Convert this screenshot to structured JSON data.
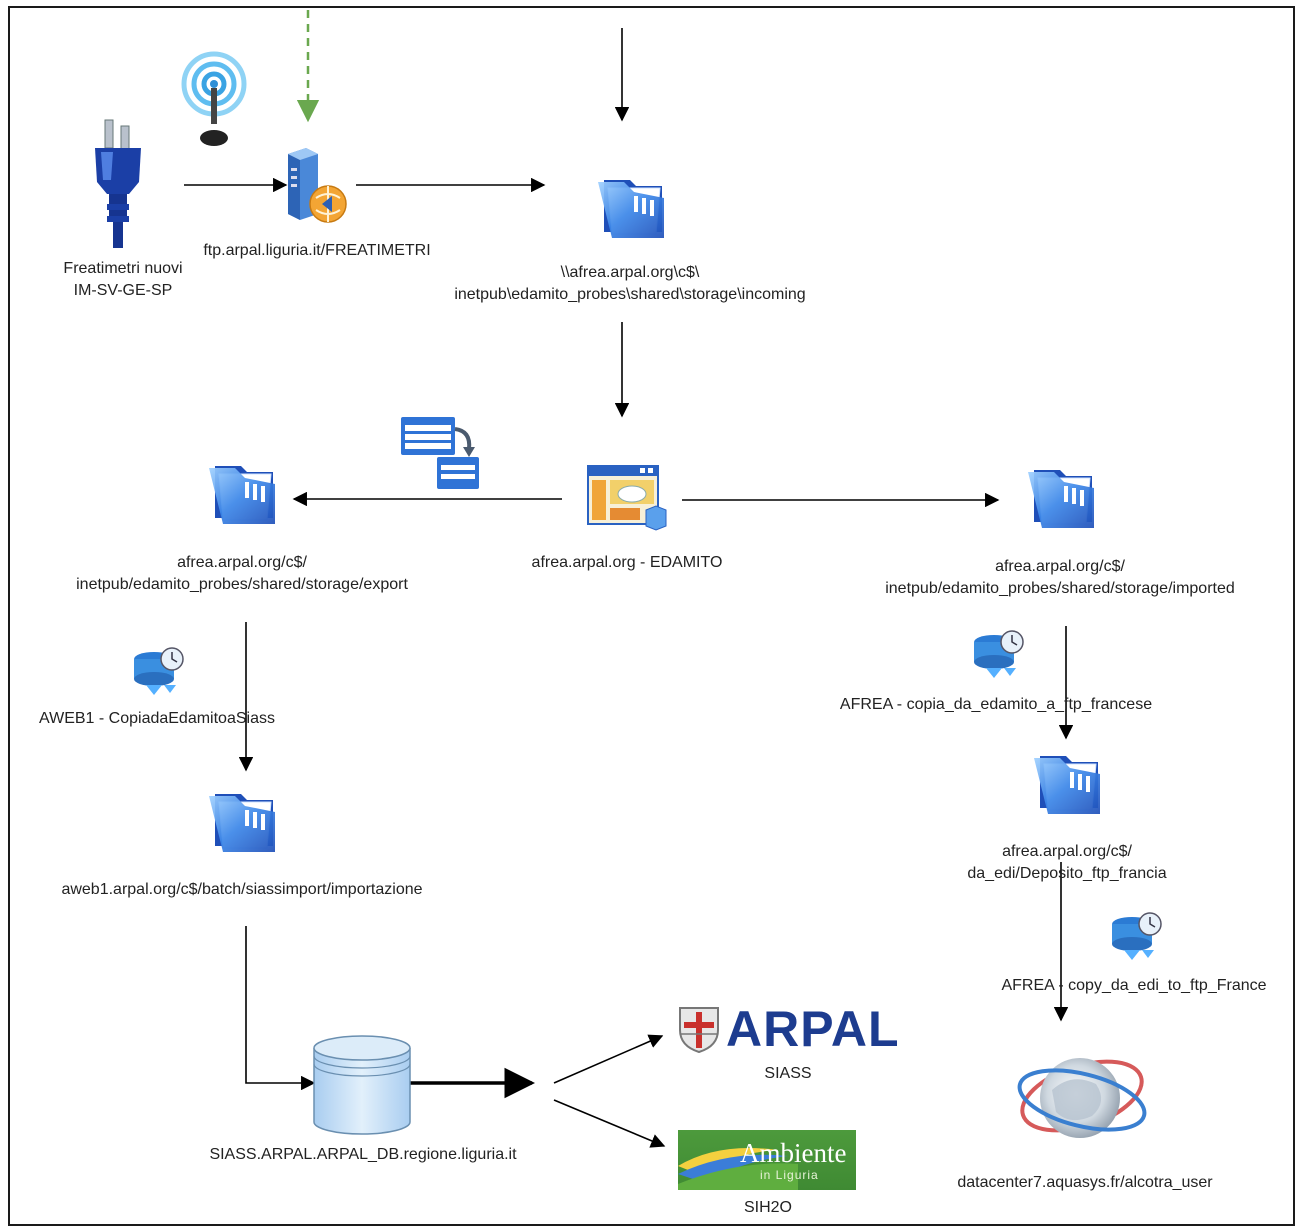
{
  "nodes": {
    "sensors": [
      "Freatimetri nuovi",
      "IM-SV-GE-SP"
    ],
    "ftp_server": "ftp.arpal.liguria.it/FREATIMETRI",
    "incoming": [
      "\\\\afrea.arpal.org\\c$\\",
      "inetpub\\edamito_probes\\shared\\storage\\incoming"
    ],
    "edamito": "afrea.arpal.org - EDAMITO",
    "export": [
      "afrea.arpal.org/c$/",
      "inetpub/edamito_probes/shared/storage/export"
    ],
    "imported": [
      "afrea.arpal.org/c$/",
      "inetpub/edamito_probes/shared/storage/imported"
    ],
    "task_aweb1": "AWEB1 - CopiadaEdamitoaSiass",
    "task_afrea_copia": "AFREA - copia_da_edamito_a_ftp_francese",
    "importazione": "aweb1.arpal.org/c$/batch/siassimport/importazione",
    "deposito": [
      "afrea.arpal.org/c$/",
      "da_edi/Deposito_ftp_francia"
    ],
    "task_afrea_copy": "AFREA - copy_da_edi_to_ftp_France",
    "database": "SIASS.ARPAL.ARPAL_DB.regione.liguria.it",
    "siass": "SIASS",
    "sih2o": "SIH2O",
    "datacenter": "datacenter7.aquasys.fr/alcotra_user"
  },
  "logos": {
    "arpal": "ARPAL",
    "ambiente": "Ambiente",
    "ambiente_sub": "in Liguria"
  },
  "icons": [
    "plug-icon",
    "antenna-icon",
    "ftp-server-icon",
    "folder-icon",
    "application-window-icon",
    "file-transfer-icon",
    "scheduled-task-icon",
    "database-icon",
    "arpal-logo",
    "ambiente-liguria-logo",
    "globe-icon"
  ],
  "colors": {
    "arrow": "#000000",
    "dashed_arrow": "#6aa84f",
    "folder": "#2d6fd6",
    "arpal_blue": "#1d3c8f",
    "ambiente_green": "#4d9a3c"
  }
}
